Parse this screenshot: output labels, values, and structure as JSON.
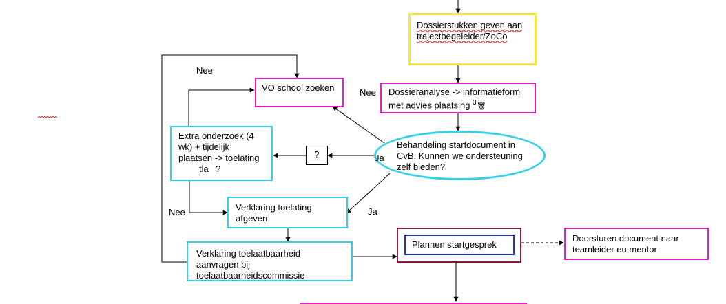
{
  "nodes": {
    "dossierstukken": "Dossierstukken geven aan trajectbegeleider/ZoCo",
    "dossieranalyse_line1": "Dossieranalyse -> informatieform",
    "dossieranalyse_line2": "met advies plaatsing",
    "dossieranalyse_mark": "3",
    "vo_school": "VO school zoeken",
    "extra_onderzoek_a": "Extra onderzoek (4 wk) + tijdelijk plaatsen -> toelating",
    "extra_onderzoek_b": "tla",
    "extra_onderzoek_c": "?",
    "question": "?",
    "behandeling": "Behandeling startdocument in CvB. Kunnen we ondersteuning zelf bieden?",
    "verklaring_toelating": "Verklaring toelating afgeven",
    "verklaring_toelaatbaarheid": "Verklaring toelaatbaarheid aanvragen bij toelaatbaarheidscommissie",
    "plannen": "Plannen startgesprek",
    "doorsturen": "Doorsturen document naar teamleider en mentor"
  },
  "edge_labels": {
    "nee_top": "Nee",
    "nee_analyse": "Nee",
    "ja_question": "Ja",
    "ja_verklaring": "Ja",
    "nee_left": "Nee"
  },
  "colors": {
    "yellow": "#f5e642",
    "magenta": "#e020c8",
    "cyan": "#33d0e8",
    "darkred": "#8b1a3a",
    "navy": "#2030c0"
  }
}
